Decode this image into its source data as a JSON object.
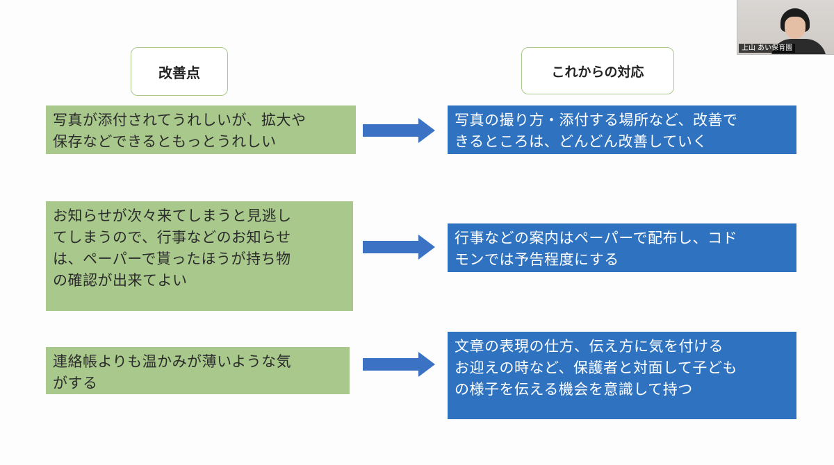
{
  "headers": {
    "left": "改善点",
    "right": "これからの対応"
  },
  "rows": [
    {
      "issue": [
        "写真が添付されてうれしいが、拡大や",
        "保存などできるともっとうれしい"
      ],
      "response": [
        "写真の撮り方・添付する場所など、改善で",
        "きるところは、どんどん改善していく"
      ]
    },
    {
      "issue": [
        "お知らせが次々来てしまうと見逃し",
        "てしまうので、行事などのお知らせ",
        "は、ペーパーで貰ったほうが持ち物",
        "の確認が出来てよい"
      ],
      "response": [
        "行事などの案内はペーパーで配布し、コド",
        "モンでは予告程度にする"
      ]
    },
    {
      "issue": [
        "連絡帳よりも温かみが薄いような気",
        "がする"
      ],
      "response": [
        "文章の表現の仕方、伝え方に気を付ける",
        "お迎えの時など、保護者と対面して子ども",
        "の様子を伝える機会を意識して持つ"
      ]
    }
  ],
  "video": {
    "participant_name": "上山 あい保育園"
  },
  "colors": {
    "issue_fill": "#a9c98c",
    "response_fill": "#2f73c0",
    "arrow_fill": "#3b72c4",
    "header_border": "#a9c98c"
  },
  "icons": {
    "arrow": "right-arrow-icon"
  }
}
